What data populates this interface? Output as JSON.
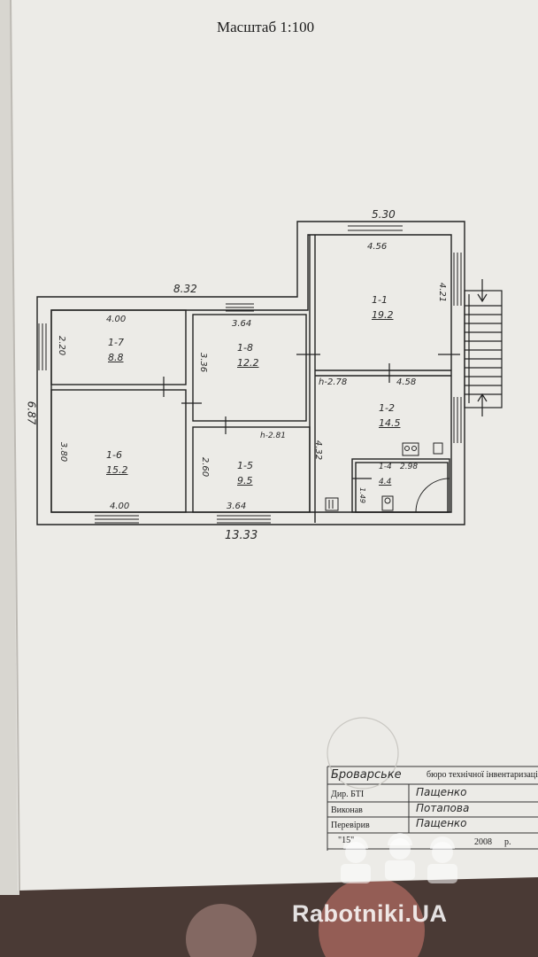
{
  "document": {
    "scale_label": "Масштаб 1:100"
  },
  "plan": {
    "overall": {
      "top_left_width": "8.32",
      "top_right_width": "5.30",
      "bottom_width": "13.33",
      "left_height": "6.87",
      "right_mid": "4.32"
    },
    "rooms": [
      {
        "code": "1-1",
        "area": "19.2",
        "dims": [
          "4.56",
          "4.21"
        ]
      },
      {
        "code": "1-2",
        "area": "14.5",
        "dims": [
          "2.78",
          "4.58",
          "h-2.78"
        ]
      },
      {
        "code": "1-4",
        "area": "4.4",
        "dims": [
          "2.98",
          "1.49"
        ]
      },
      {
        "code": "1-5",
        "area": "9.5",
        "dims": [
          "2.60",
          "3.64",
          "h-2.81"
        ]
      },
      {
        "code": "1-6",
        "area": "15.2",
        "dims": [
          "3.80",
          "4.00"
        ]
      },
      {
        "code": "1-7",
        "area": "8.8",
        "dims": [
          "4.00",
          "2.20"
        ]
      },
      {
        "code": "1-8",
        "area": "12.2",
        "dims": [
          "3.64",
          "3.36"
        ]
      }
    ]
  },
  "stamp": {
    "header_handwritten": "Броварське",
    "header_printed": "бюро технічної інвентаризації",
    "rows": [
      {
        "label": "Дир. БТІ",
        "signature": "Пащенко"
      },
      {
        "label": "Виконав",
        "signature": "Потапова"
      },
      {
        "label": "Перевірив",
        "signature": "Пащенко"
      }
    ],
    "date_prefix": "\"15\"",
    "date_year": "2008",
    "date_suffix": "р."
  },
  "watermark": {
    "text": "Rabotniki.UA"
  },
  "colors": {
    "paper": "#ecebe7",
    "ink": "#1c1c1c",
    "background": "#3a2f2a"
  }
}
